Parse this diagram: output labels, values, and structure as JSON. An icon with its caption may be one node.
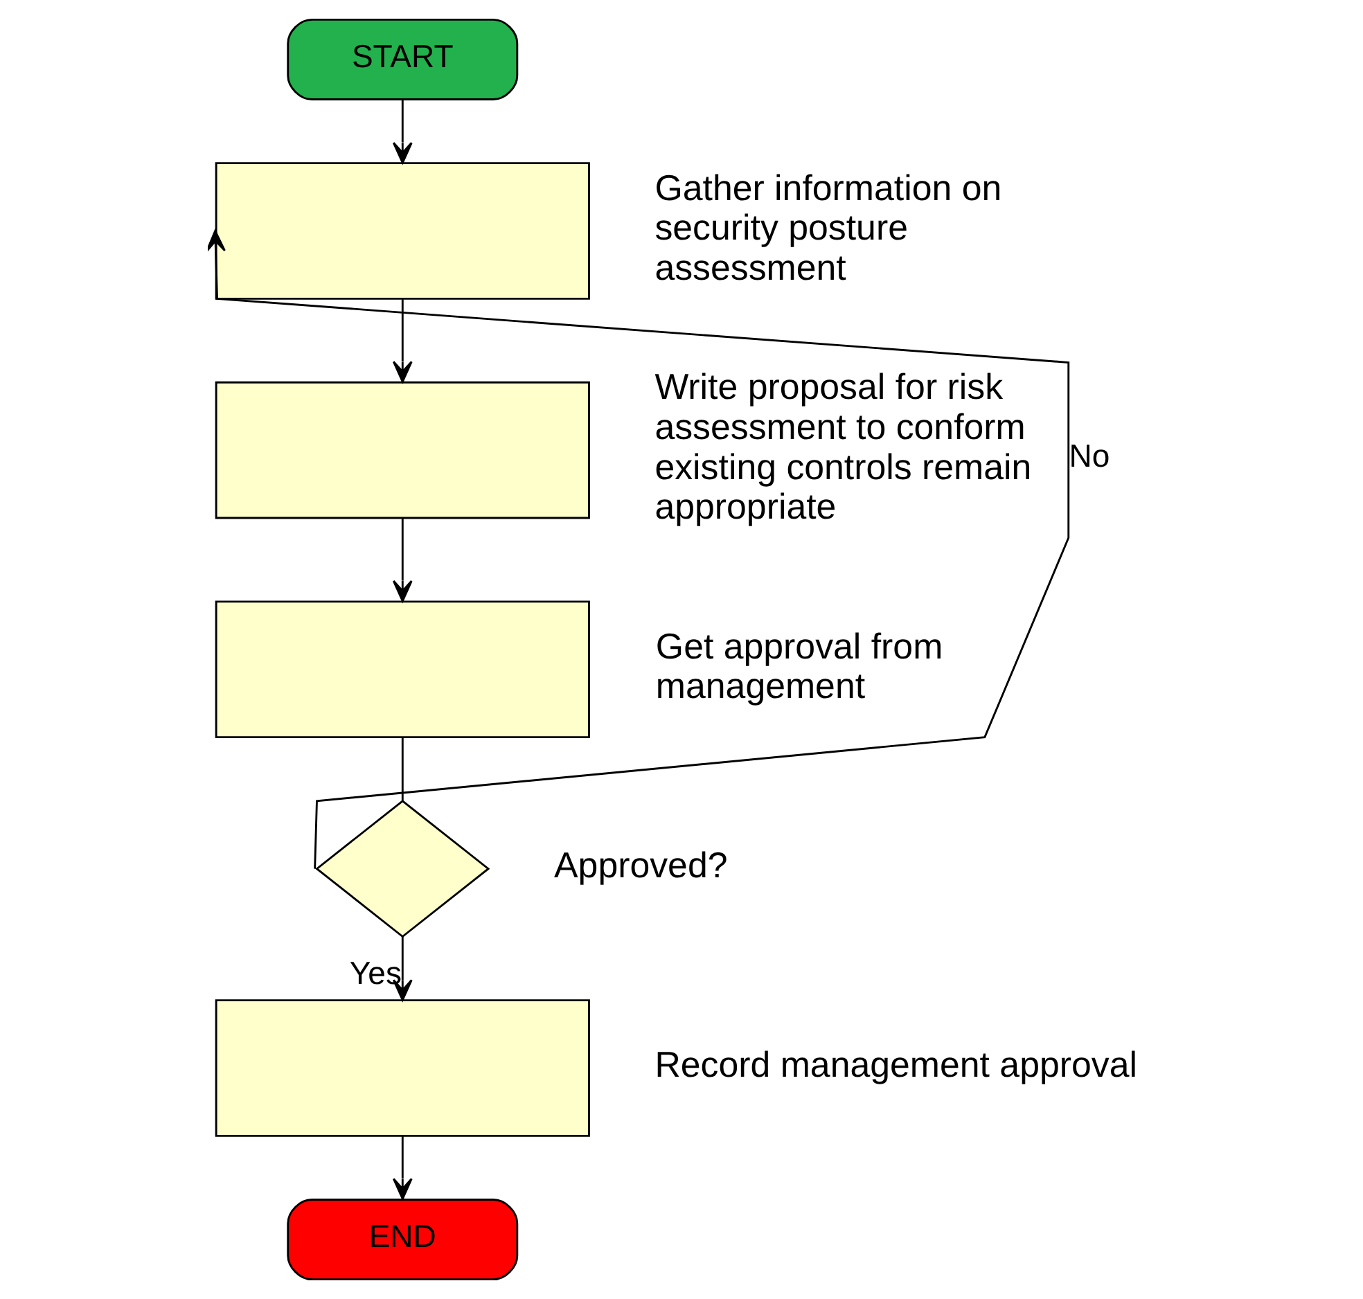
{
  "diagram": {
    "nodes": [
      {
        "text": [
          "START"
        ]
      },
      {
        "text": [],
        "shape": "box",
        "beside": [
          "Gather information on security posture assessment"
        ]
      },
      {
        "text": [],
        "shape": "box",
        "beside": [
          "Write proposal for risk assessment to conform existing controls remain appropriate"
        ]
      },
      {
        "text": [],
        "shape": "box",
        "beside": [
          "Get approval from management"
        ]
      },
      {
        "text": [],
        "shape": "diamond",
        "beside": [
          "Approved?"
        ]
      },
      {
        "text": [],
        "shape": "box",
        "beside": [
          "Record management approval"
        ]
      },
      {
        "text": [
          "END"
        ]
      }
    ],
    "edges": [
      {
        "from": 0,
        "to": 1,
        "arrow": "to"
      },
      {
        "from": 1,
        "to": 2,
        "arrow": "to"
      },
      {
        "from": 2,
        "to": 3,
        "arrow": "to"
      },
      {
        "from": 3,
        "to": 4,
        "arrow": "none"
      },
      {
        "from": 4,
        "to": 1,
        "arrow": "to",
        "label": "No"
      },
      {
        "from": 4,
        "to": 5,
        "arrow": "to",
        "label": "Yes"
      },
      {
        "from": 5,
        "to": 6,
        "arrow": "to"
      }
    ]
  }
}
